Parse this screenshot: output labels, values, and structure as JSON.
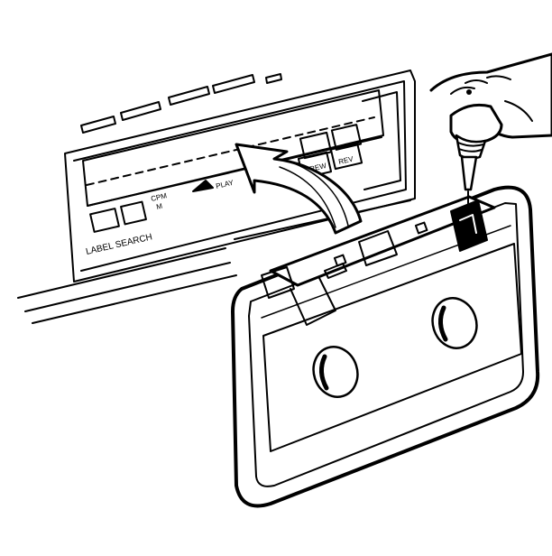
{
  "illustration": {
    "colors": {
      "ink": "#000000",
      "paper": "#ffffff"
    },
    "deck_labels": {
      "left_button": "LABEL SEARCH",
      "side_label_top": "CPM",
      "side_label_bottom": "M",
      "tray_label": "PLAY",
      "right_label_1": "REW",
      "right_label_2": "REV"
    }
  }
}
